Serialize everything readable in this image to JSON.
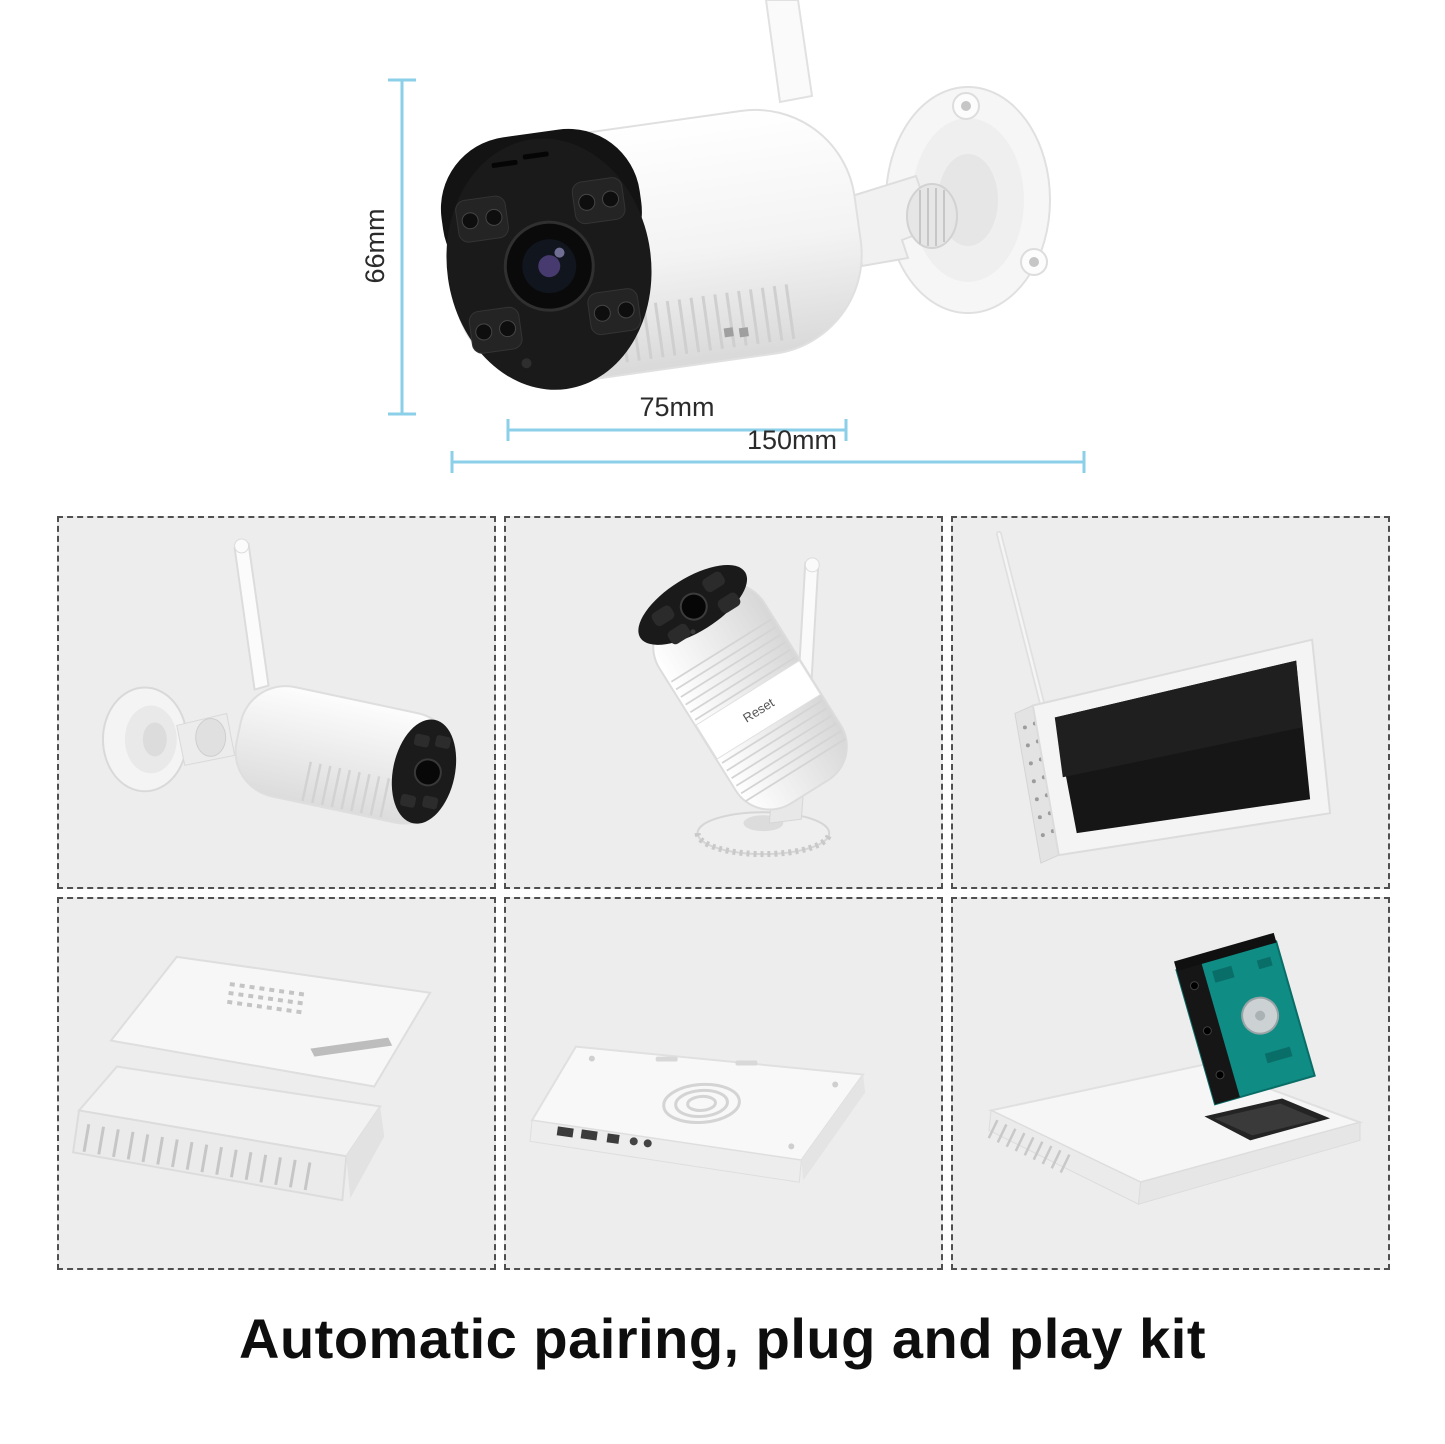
{
  "page": {
    "caption": "Automatic pairing, plug and play kit",
    "background_color": "#ffffff"
  },
  "hero": {
    "product": "wireless-bullet-security-camera",
    "dimension_height": "66mm",
    "dimension_width": "75mm",
    "dimension_length": "150mm",
    "dimension_line_color": "#8bcfe9",
    "label_color": "#2b2b2b"
  },
  "camera_labels": {
    "reset": "Reset"
  },
  "gallery": {
    "cells": [
      {
        "name": "camera-side-view"
      },
      {
        "name": "camera-front-top-view"
      },
      {
        "name": "wireless-monitor"
      },
      {
        "name": "monitor-and-receiver-stacked"
      },
      {
        "name": "receiver-bottom-view"
      },
      {
        "name": "hard-drive-installation"
      }
    ]
  }
}
